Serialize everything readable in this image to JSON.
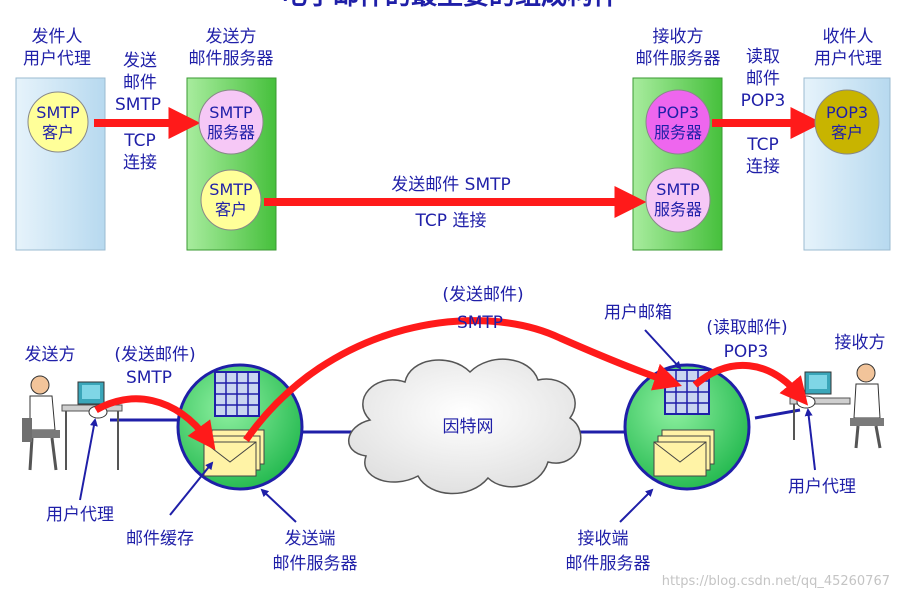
{
  "top": {
    "title_fragment": "电子邮件的最主要的组成构件",
    "sender_agent": {
      "line1": "发件人",
      "line2": "用户代理"
    },
    "sender_server": {
      "line1": "发送方",
      "line2": "邮件服务器"
    },
    "receiver_server": {
      "line1": "接收方",
      "line2": "邮件服务器"
    },
    "receiver_agent": {
      "line1": "收件人",
      "line2": "用户代理"
    },
    "smtp_client_a": {
      "line1": "SMTP",
      "line2": "客户"
    },
    "smtp_server_a": {
      "line1": "SMTP",
      "line2": "服务器"
    },
    "smtp_client_b": {
      "line1": "SMTP",
      "line2": "客户"
    },
    "pop3_server": {
      "line1": "POP3",
      "line2": "服务器"
    },
    "smtp_server_b": {
      "line1": "SMTP",
      "line2": "服务器"
    },
    "pop3_client": {
      "line1": "POP3",
      "line2": "客户"
    },
    "arrow1": {
      "line1": "发送",
      "line2": "邮件",
      "line3": "SMTP",
      "line4": "TCP",
      "line5": "连接"
    },
    "arrow2": {
      "line1": "发送邮件 SMTP",
      "line2": "TCP 连接"
    },
    "arrow3": {
      "line1": "读取",
      "line2": "邮件",
      "line3": "POP3",
      "line4": "TCP",
      "line5": "连接"
    }
  },
  "bottom": {
    "sender": "发送方",
    "send_mail_label": "(发送邮件)",
    "smtp_left": "SMTP",
    "user_agent_left": "用户代理",
    "mail_cache": "邮件缓存",
    "sending_server": {
      "line1": "发送端",
      "line2": "邮件服务器"
    },
    "internet": "因特网",
    "middle_send": "(发送邮件)",
    "middle_smtp": "SMTP",
    "mailbox": "用户邮箱",
    "read_mail_label": "(读取邮件)",
    "pop3": "POP3",
    "receiver": "接收方",
    "user_agent_right": "用户代理",
    "receiving_server": {
      "line1": "接收端",
      "line2": "邮件服务器"
    },
    "watermark": "https://blog.csdn.net/qq_45260767"
  },
  "colors": {
    "label_blue": "#1f1fa8",
    "arrow_red": "#ff1a1a",
    "agent_box": "#cfe6f6",
    "server_box": "#66d45e",
    "client_circle": "#ffff99",
    "server_circle": "#f6c8f6",
    "pop3_server_circle": "#ee66ee",
    "pop3_client_circle": "#c8b400",
    "server_sphere": "#33cc66"
  }
}
